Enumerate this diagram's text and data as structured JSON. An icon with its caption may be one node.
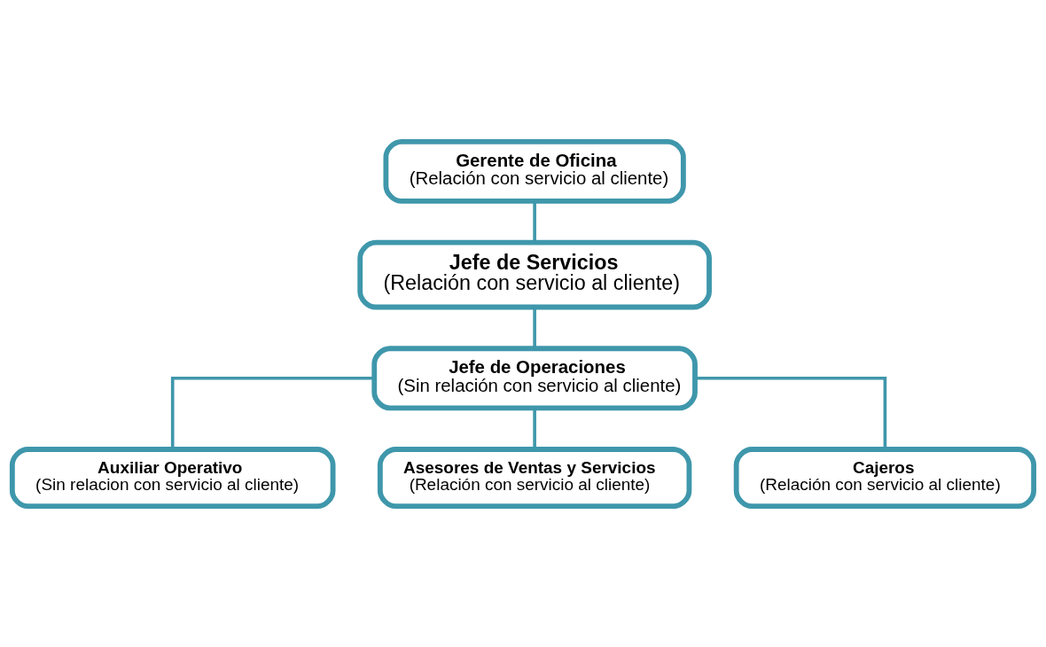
{
  "diagram": {
    "nodes": [
      {
        "text": [
          "Gerente de Oficina",
          "(Relación con servicio al cliente)"
        ]
      },
      {
        "text": [
          "Jefe de Servicios",
          "(Relación con servicio al cliente)"
        ]
      },
      {
        "text": [
          "Jefe de Operaciones",
          "(Sin relación con servicio al cliente)"
        ]
      },
      {
        "text": [
          "Auxiliar Operativo",
          "(Sin relacion con servicio al cliente)"
        ]
      },
      {
        "text": [
          "Asesores de Ventas y Servicios",
          "(Relación con servicio al cliente)"
        ]
      },
      {
        "text": [
          "Cajeros",
          "(Relación con servicio al cliente)"
        ]
      }
    ],
    "edges": [
      {
        "from": 0,
        "to": 1,
        "arrow": "none"
      },
      {
        "from": 1,
        "to": 2,
        "arrow": "none"
      },
      {
        "from": 2,
        "to": 3,
        "arrow": "none"
      },
      {
        "from": 2,
        "to": 4,
        "arrow": "none"
      },
      {
        "from": 2,
        "to": 5,
        "arrow": "none"
      }
    ]
  }
}
